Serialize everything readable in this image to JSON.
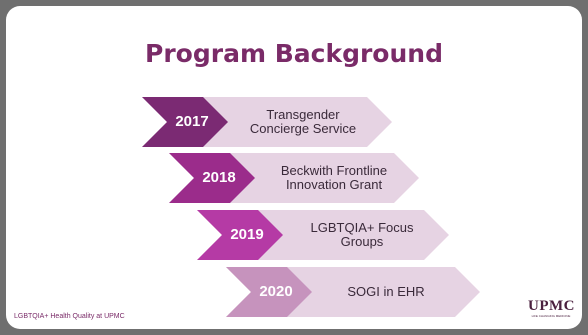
{
  "slide": {
    "title": "Program Background",
    "footer": "LGBTQIA+ Health Quality at UPMC",
    "logo": {
      "text": "UPMC",
      "tagline": "LIFE CHANGING MEDICINE"
    }
  },
  "timeline": [
    {
      "year": "2017",
      "text": "Transgender Concierge Service",
      "chevron_color": "#7b2a73",
      "bar_color": "#e6d3e3"
    },
    {
      "year": "2018",
      "text": "Beckwith Frontline Innovation Grant",
      "chevron_color": "#9b2c8b",
      "bar_color": "#e6d3e3"
    },
    {
      "year": "2019",
      "text": "LGBTQIA+ Focus Groups",
      "chevron_color": "#b53aa5",
      "bar_color": "#e6d3e3"
    },
    {
      "year": "2020",
      "text": "SOGI in EHR",
      "chevron_color": "#c693bd",
      "bar_color": "#e6d3e3"
    }
  ],
  "colors": {
    "title": "#7a2b68",
    "background": "#6f6f6f",
    "slide": "#ffffff"
  }
}
